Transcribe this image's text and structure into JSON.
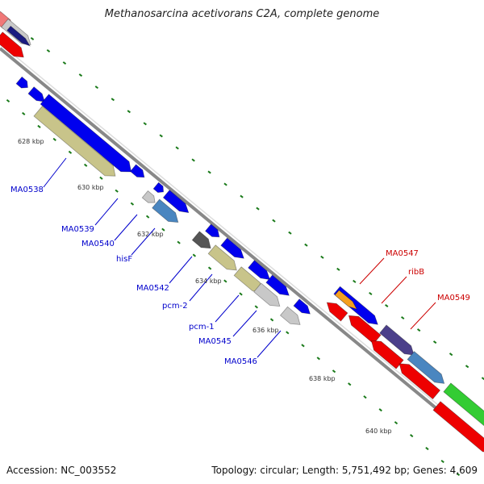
{
  "title": "Methanosarcina acetivorans C2A, complete genome",
  "footer": {
    "accession": "Accession: NC_003552",
    "topology": "Topology: circular; Length: 5,751,492 bp; Genes: 4,609"
  },
  "ticks": [
    "628 kbp",
    "630 kbp",
    "632 kbp",
    "634 kbp",
    "636 kbp",
    "638 kbp",
    "640 kbp"
  ],
  "gene_labels": [
    {
      "text": "MA0538",
      "color": "#0000cc"
    },
    {
      "text": "MA0539",
      "color": "#0000cc"
    },
    {
      "text": "MA0540",
      "color": "#0000cc"
    },
    {
      "text": "hisF",
      "color": "#0000cc"
    },
    {
      "text": "MA0542",
      "color": "#0000cc"
    },
    {
      "text": "pcm-2",
      "color": "#0000cc"
    },
    {
      "text": "pcm-1",
      "color": "#0000cc"
    },
    {
      "text": "MA0545",
      "color": "#0000cc"
    },
    {
      "text": "MA0546",
      "color": "#0000cc"
    },
    {
      "text": "MA0547",
      "color": "#cc0000"
    },
    {
      "text": "ribB",
      "color": "#cc0000"
    },
    {
      "text": "MA0549",
      "color": "#cc0000"
    }
  ],
  "colors": {
    "blue": "#0000ee",
    "red": "#ee0000",
    "khaki": "#c8c48a",
    "gray": "#c8c8c8",
    "darkgray": "#555555",
    "steelblue": "#4a86c0",
    "orange": "#f4a020",
    "purple": "#4b3f8a",
    "green": "#33cc33",
    "pink": "#f07878",
    "tick": "#1a7a1a",
    "backbone": "#888888"
  }
}
